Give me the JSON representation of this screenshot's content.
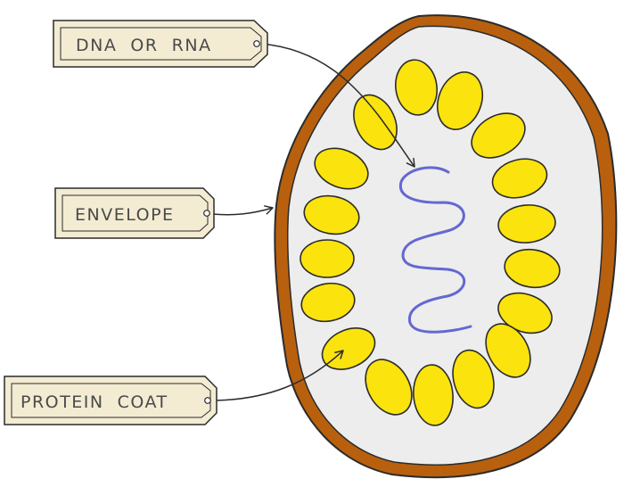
{
  "labels": {
    "nucleic_acid": "DNA  OR  RNA",
    "envelope": "ENVELOPE",
    "protein_coat": "PROTEIN  COAT"
  },
  "colors": {
    "envelope": "#b8600e",
    "interior": "#ededed",
    "capsomere": "#fbe30d",
    "nucleic_acid": "#6468d2",
    "tag_fill": "#f3ecd3",
    "outline": "#2b2b2b"
  }
}
